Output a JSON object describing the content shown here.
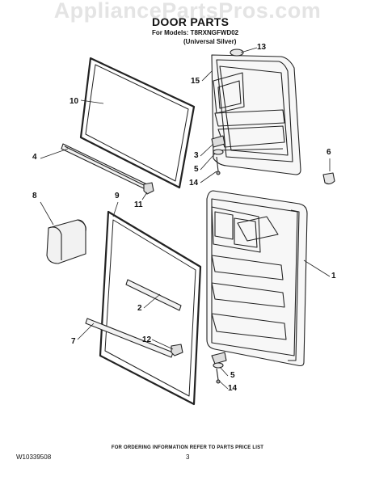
{
  "watermark": "AppliancePartsPros.com",
  "header": {
    "title": "DOOR PARTS",
    "models_line": "For Models: T8RXNGFWD02",
    "color_line": "(Universal Silver)"
  },
  "callouts": [
    "1",
    "2",
    "3",
    "4",
    "5",
    "5",
    "6",
    "7",
    "8",
    "9",
    "10",
    "11",
    "12",
    "13",
    "14",
    "14",
    "15"
  ],
  "footer": {
    "note": "FOR ORDERING INFORMATION REFER TO PARTS PRICE LIST",
    "doc_number": "W10339508",
    "page_number": "3"
  }
}
